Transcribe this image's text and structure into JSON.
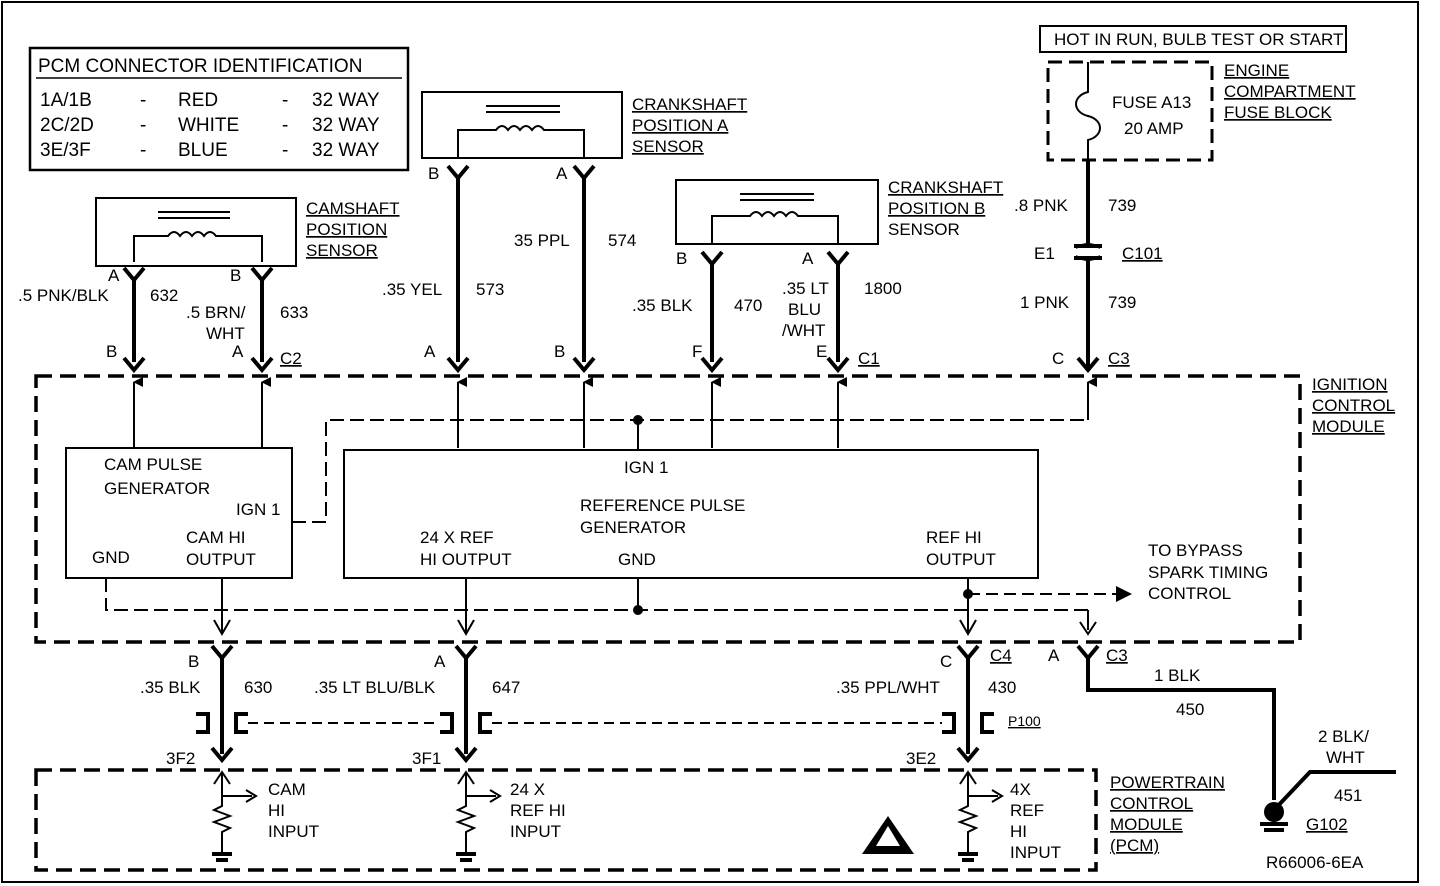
{
  "legend": {
    "title": "PCM CONNECTOR IDENTIFICATION",
    "rows": [
      {
        "conn": "1A/1B",
        "dash1": "-",
        "color": "RED",
        "dash2": "-",
        "ways": "32 WAY"
      },
      {
        "conn": "2C/2D",
        "dash1": "-",
        "color": "WHITE",
        "dash2": "-",
        "ways": "32 WAY"
      },
      {
        "conn": "3E/3F",
        "dash1": "-",
        "color": "BLUE",
        "dash2": "-",
        "ways": "32 WAY"
      }
    ]
  },
  "hot_label": "HOT IN RUN,  BULB TEST OR START",
  "fuse_block": {
    "line1": "ENGINE",
    "line2": "COMPARTMENT",
    "line3": "FUSE BLOCK"
  },
  "fuse": {
    "name": "FUSE A13",
    "rating": "20 AMP"
  },
  "camshaft_sensor": {
    "line1": "CAMSHAFT",
    "line2": "POSITION",
    "line3": "SENSOR"
  },
  "crank_a_sensor": {
    "line1": "CRANKSHAFT",
    "line2": "POSITION A",
    "line3": "SENSOR"
  },
  "crank_b_sensor": {
    "line1": "CRANKSHAFT",
    "line2": "POSITION B",
    "line3": "SENSOR"
  },
  "icm": {
    "line1": "IGNITION",
    "line2": "CONTROL",
    "line3": "MODULE"
  },
  "pcm": {
    "line1": "POWERTRAIN",
    "line2": "CONTROL",
    "line3": "MODULE",
    "line4": "(PCM)"
  },
  "cam_pulse_gen": {
    "title1": "CAM PULSE",
    "title2": "GENERATOR",
    "ign": "IGN 1",
    "out1": "CAM HI",
    "out2": "OUTPUT",
    "gnd": "GND"
  },
  "ref_pulse_gen": {
    "ign": "IGN 1",
    "title1": "REFERENCE PULSE",
    "title2": "GENERATOR",
    "out24a": "24 X REF",
    "out24b": "HI OUTPUT",
    "gnd": "GND",
    "refa": "REF HI",
    "refb": "OUTPUT"
  },
  "bypass": {
    "line1": "TO BYPASS",
    "line2": "SPARK TIMING",
    "line3": "CONTROL"
  },
  "wires": {
    "w632": {
      "gauge": ".5 PNK/BLK",
      "circuit": "632"
    },
    "w633": {
      "gauge1": ".5 BRN/",
      "gauge2": "WHT",
      "circuit": "633"
    },
    "w573": {
      "gauge": ".35 YEL",
      "circuit": "573"
    },
    "w574": {
      "gauge": "35 PPL",
      "circuit": "574"
    },
    "w470": {
      "gauge": ".35 BLK",
      "circuit": "470"
    },
    "w1800": {
      "gauge1": ".35 LT",
      "gauge2": "BLU",
      "gauge3": "/WHT",
      "circuit": "1800"
    },
    "w739a": {
      "gauge": ".8 PNK",
      "circuit": "739"
    },
    "w739b": {
      "gauge": "1 PNK",
      "circuit": "739"
    },
    "w630": {
      "gauge": ".35 BLK",
      "circuit": "630"
    },
    "w647": {
      "gauge": ".35 LT BLU/BLK",
      "circuit": "647"
    },
    "w430": {
      "gauge": ".35 PPL/WHT",
      "circuit": "430"
    },
    "w450": {
      "gauge": "1 BLK",
      "circuit": "450"
    },
    "w451": {
      "gauge1": "2 BLK/",
      "gauge2": "WHT",
      "circuit": "451"
    }
  },
  "pins": {
    "cam_a": "A",
    "cam_b": "B",
    "c2_b": "B",
    "c2_a": "A",
    "ca_b": "B",
    "ca_a": "A",
    "cb_b": "B",
    "cb_a": "A",
    "c1_a": "A",
    "c1_b": "B",
    "c1_f": "F",
    "c1_e": "E",
    "c3_c": "C",
    "c4_b": "B",
    "c4_a": "A",
    "c4_c": "C",
    "c3_a": "A",
    "pcm_3f2": "3F2",
    "pcm_3f1": "3F1",
    "pcm_3e2": "3E2"
  },
  "connectors": {
    "c1": "C1",
    "c2": "C2",
    "c3": "C3",
    "c3b": "C3",
    "c4": "C4",
    "c101": "C101",
    "e1": "E1",
    "p100": "P100"
  },
  "pcm_inputs": {
    "cam": {
      "l1": "CAM",
      "l2": "HI",
      "l3": "INPUT"
    },
    "ref24": {
      "l1": "24 X",
      "l2": "REF HI",
      "l3": "INPUT"
    },
    "ref4": {
      "l1": "4X",
      "l2": "REF",
      "l3": "HI",
      "l4": "INPUT"
    }
  },
  "ground": "G102",
  "figure_id": "R66006-6EA"
}
